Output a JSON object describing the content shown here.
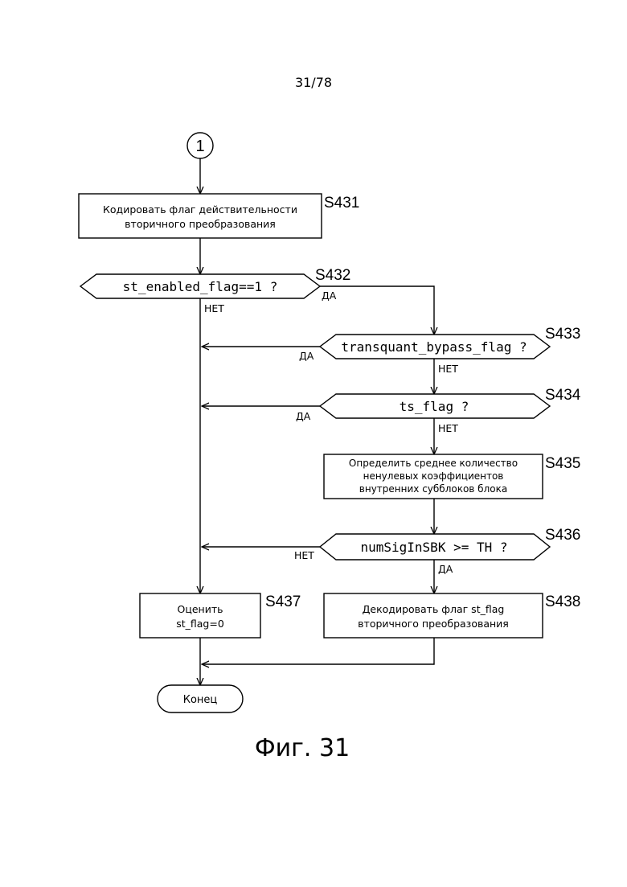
{
  "page_number": "31/78",
  "connector_label": "1",
  "steps": {
    "s431": {
      "id": "S431",
      "text_lines": [
        "Кодировать флаг действительности",
        "вторичного преобразования"
      ]
    },
    "s432": {
      "id": "S432",
      "text": "st_enabled_flag==1 ?",
      "yes": "ДА",
      "no": "НЕТ"
    },
    "s433": {
      "id": "S433",
      "text": "transquant_bypass_flag ?",
      "yes": "ДА",
      "no": "НЕТ"
    },
    "s434": {
      "id": "S434",
      "text": "ts_flag ?",
      "yes": "ДА",
      "no": "НЕТ"
    },
    "s435": {
      "id": "S435",
      "text_lines": [
        "Определить среднее количество",
        "ненулевых коэффициентов",
        "внутренних субблоков блока"
      ]
    },
    "s436": {
      "id": "S436",
      "text": "numSigInSBK >= TH ?",
      "yes": "ДА",
      "no": "НЕТ"
    },
    "s437": {
      "id": "S437",
      "text_lines": [
        "Оценить",
        "st_flag=0"
      ]
    },
    "s438": {
      "id": "S438",
      "text_lines": [
        "Декодировать флаг st_flag",
        "вторичного преобразования"
      ]
    }
  },
  "end_label": "Конец",
  "figure_caption": "Фиг. 31"
}
